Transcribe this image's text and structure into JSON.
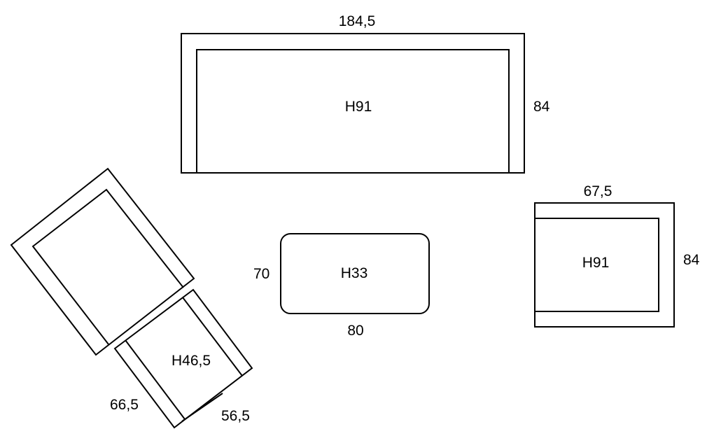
{
  "sofa": {
    "width": "184,5",
    "depth": "84",
    "height": "H91"
  },
  "armchair": {
    "width": "67,5",
    "depth": "84",
    "height": "H91"
  },
  "coffee_table": {
    "depth": "70",
    "width": "80",
    "height": "H33"
  },
  "lounger": {
    "height": "H46,5",
    "length": "66,5",
    "width": "56,5"
  },
  "colors": {
    "stroke": "#000000",
    "background": "#ffffff"
  }
}
